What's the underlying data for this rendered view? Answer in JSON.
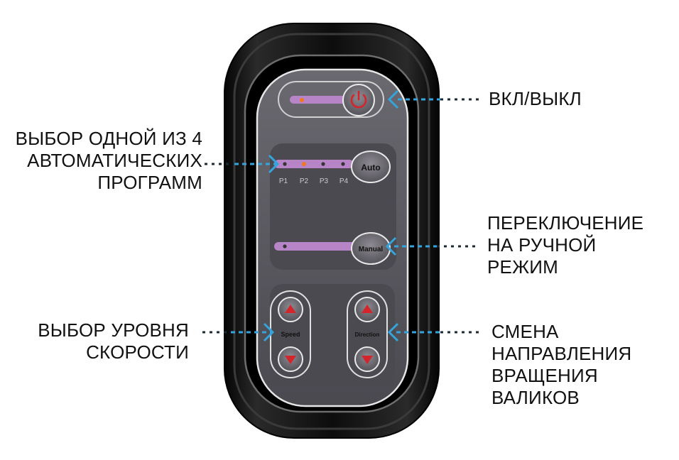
{
  "callouts": {
    "power": "ВКЛ/ВЫКЛ",
    "auto": "ВЫБОР ОДНОЙ ИЗ 4\nАВТОМАТИЧЕСКИХ\nПРОГРАММ",
    "manual": "ПЕРЕКЛЮЧЕНИЕ\nНА РУЧНОЙ\nРЕЖИМ",
    "speed": "ВЫБОР УРОВНЯ\nСКОРОСТИ",
    "direction": "СМЕНА\nНАПРАВЛЕНИЯ\nВРАЩЕНИЯ\nВАЛИКОВ"
  },
  "panel": {
    "auto_button": "Auto",
    "manual_button": "Manual",
    "speed_button": "Speed",
    "direction_button": "Direction",
    "programs": [
      "P1",
      "P2",
      "P3",
      "P4"
    ],
    "active_program": "P2"
  },
  "icons": {
    "power": "power-icon",
    "up": "up-arrow-icon",
    "down": "down-arrow-icon"
  },
  "colors": {
    "body": "#0b0b0b",
    "panel": "#55545c",
    "track": "#b784c7",
    "indicator_on": "#f07a1a",
    "arrow_red": "#d3262c",
    "callout_arrow": "#35a3dc",
    "callout_dots": "#1c2a33"
  }
}
